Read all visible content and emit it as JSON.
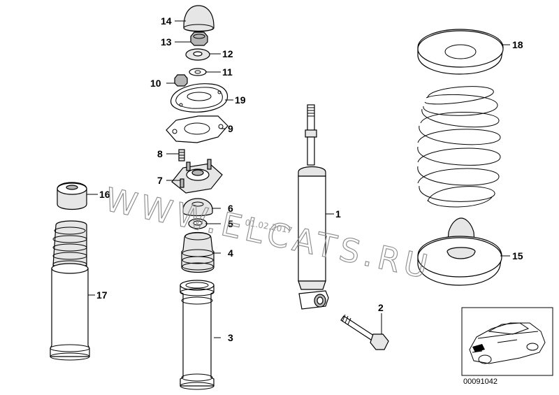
{
  "callouts": {
    "c1": "1",
    "c2": "2",
    "c3": "3",
    "c4": "4",
    "c5": "5",
    "c6": "6",
    "c7": "7",
    "c8": "8",
    "c9": "9",
    "c10": "10",
    "c11": "11",
    "c12": "12",
    "c13": "13",
    "c14": "14",
    "c15": "15",
    "c16": "16",
    "c17": "17",
    "c18": "18",
    "c19": "19"
  },
  "watermark": {
    "text": "WWW.ELCATS.RU",
    "date": "01.02.2017"
  },
  "document_number": "00091042"
}
